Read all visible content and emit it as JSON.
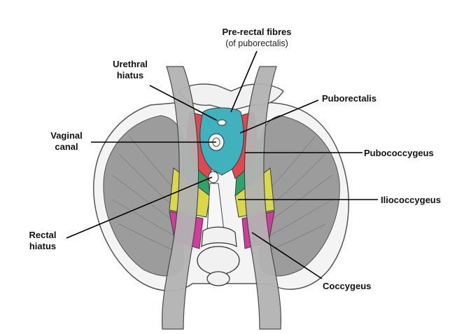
{
  "labels": {
    "pre_rectal": "Pre-rectal fibres",
    "pre_rectal_sub": "(of puborectalis)",
    "urethral_1": "Urethral",
    "urethral_2": "hiatus",
    "puborectalis": "Puborectalis",
    "vaginal_1": "Vaginal",
    "vaginal_2": "canal",
    "pubococcygeus": "Pubococcygeus",
    "iliococcygeus": "Iliococcygeus",
    "rectal_1": "Rectal",
    "rectal_2": "hiatus",
    "coccygeus": "Coccygeus"
  },
  "colors": {
    "puborectalis": "#e0474e",
    "pre_rectal": "#3fb2bd",
    "pubococcygeus": "#2ea36b",
    "iliococcygeus": "#d8d84a",
    "coccygeus": "#d33c9c",
    "muscle_grey": "#a9a9a9",
    "bone": "#f1f1f1"
  }
}
